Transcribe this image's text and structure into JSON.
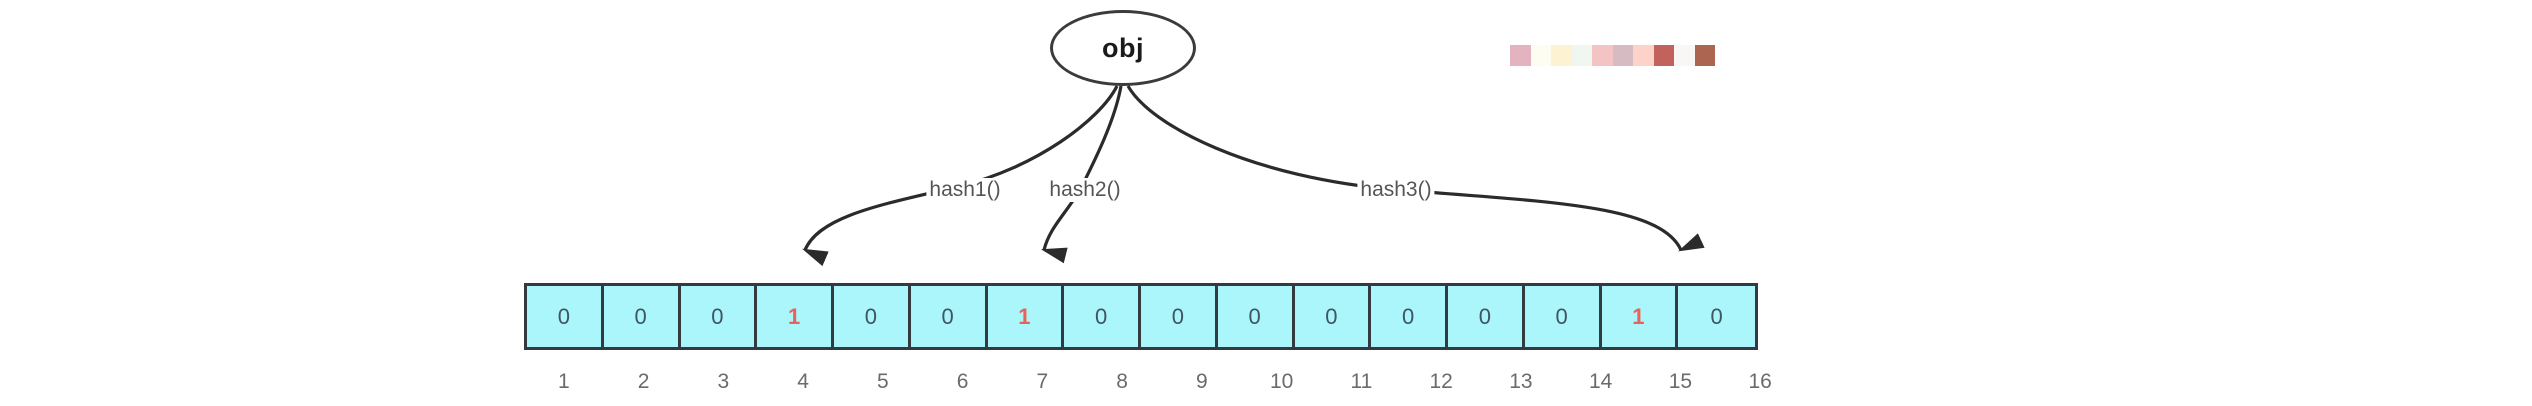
{
  "diagram": {
    "title_node": {
      "label": "obj",
      "shape": "ellipse"
    },
    "hash_labels": [
      {
        "name": "hash1()",
        "target_index": 4
      },
      {
        "name": "hash2()",
        "target_index": 7
      },
      {
        "name": "hash3()",
        "target_index": 15
      }
    ],
    "bit_array": {
      "size": 16,
      "cells": [
        {
          "index": 1,
          "value": "0",
          "set": false
        },
        {
          "index": 2,
          "value": "0",
          "set": false
        },
        {
          "index": 3,
          "value": "0",
          "set": false
        },
        {
          "index": 4,
          "value": "1",
          "set": true
        },
        {
          "index": 5,
          "value": "0",
          "set": false
        },
        {
          "index": 6,
          "value": "0",
          "set": false
        },
        {
          "index": 7,
          "value": "1",
          "set": true
        },
        {
          "index": 8,
          "value": "0",
          "set": false
        },
        {
          "index": 9,
          "value": "0",
          "set": false
        },
        {
          "index": 10,
          "value": "0",
          "set": false
        },
        {
          "index": 11,
          "value": "0",
          "set": false
        },
        {
          "index": 12,
          "value": "0",
          "set": false
        },
        {
          "index": 13,
          "value": "0",
          "set": false
        },
        {
          "index": 14,
          "value": "0",
          "set": false
        },
        {
          "index": 15,
          "value": "1",
          "set": true
        },
        {
          "index": 16,
          "value": "0",
          "set": false
        }
      ],
      "index_labels": [
        "1",
        "2",
        "3",
        "4",
        "5",
        "6",
        "7",
        "8",
        "9",
        "10",
        "11",
        "12",
        "13",
        "14",
        "15",
        "16"
      ]
    },
    "colors": {
      "cell_fill": "#aaf6fb",
      "cell_border": "#333a40",
      "zero_text": "#3f5560",
      "one_text": "#e8615b",
      "node_border": "#3b3b3b",
      "label_text": "#555555",
      "index_text": "#6b6b6b",
      "arrow_stroke": "#2b2b2b",
      "background": "#ffffff"
    },
    "palette": {
      "swatches": [
        "#e3b4bf",
        "#fdfdf2",
        "#fdf3d2",
        "#f0f7f1",
        "#f3c4c3",
        "#d6bcc2",
        "#fdd2c9",
        "#c2625d",
        "#f8f7f5",
        "#ab6550"
      ]
    }
  }
}
